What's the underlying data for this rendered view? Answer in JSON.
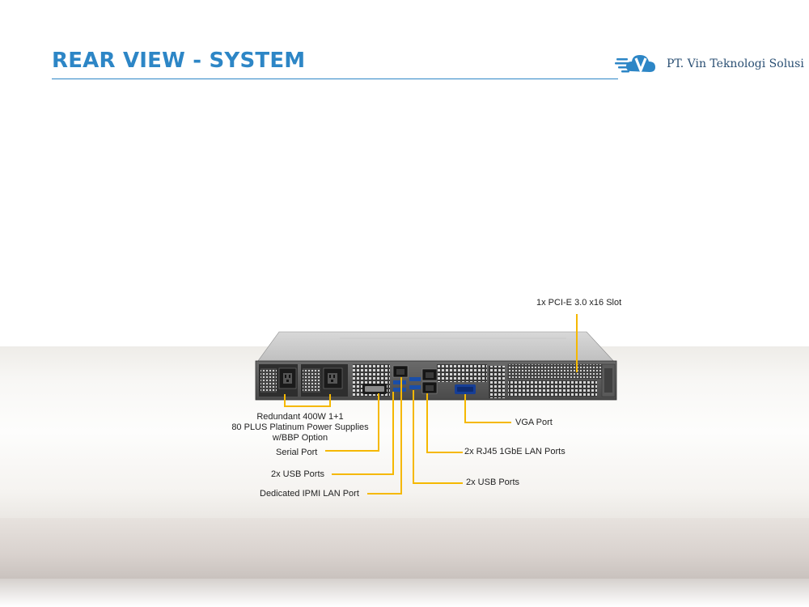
{
  "header": {
    "title": "REAR VIEW - SYSTEM",
    "company": "PT. Vin Teknologi Solusi"
  },
  "colors": {
    "title": "#2d86c6",
    "callout_line": "#f5b800",
    "logo_primary": "#2d86c6"
  },
  "icons": [
    "cloud-logo-icon"
  ],
  "callouts": {
    "pcie": "1x PCI-E 3.0 x16 Slot",
    "psu_line1": "Redundant  400W 1+1",
    "psu_line2": "80 PLUS Platinum  Power Supplies",
    "psu_line3": "w/BBP Option",
    "serial": "Serial Port",
    "usb_left": "2x USB Ports",
    "ipmi": "Dedicated IPMI  LAN Port",
    "vga": "VGA Port",
    "lan": "2x RJ45  1GbE LAN Ports",
    "usb_right": "2x USB Ports"
  }
}
